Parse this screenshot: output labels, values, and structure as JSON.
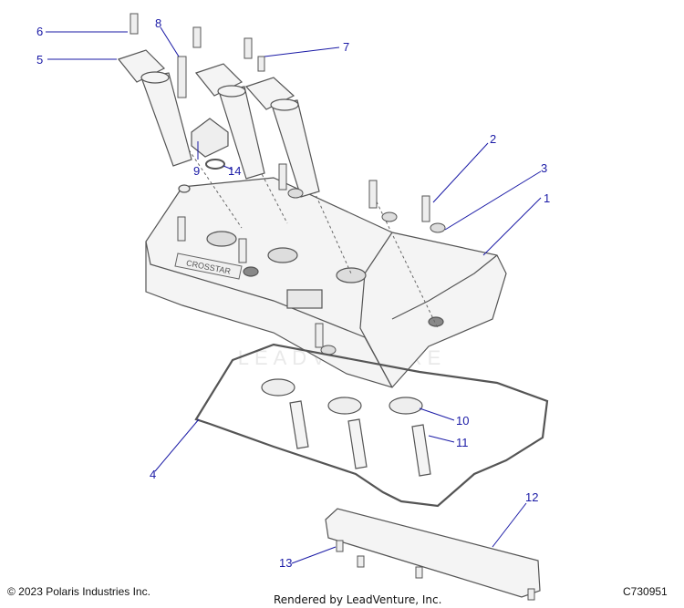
{
  "callouts": [
    "1",
    "2",
    "3",
    "4",
    "5",
    "6",
    "7",
    "8",
    "9",
    "10",
    "11",
    "12",
    "13",
    "14"
  ],
  "watermark": "LEADVENTURE",
  "cover_badge": "CROSSTAR",
  "footer": {
    "copyright": "© 2023 Polaris Industries Inc.",
    "rendered_by": "Rendered by LeadVenture, Inc.",
    "diagram_id": "C730951"
  },
  "colors": {
    "callout": "#1a1aa6",
    "line": "#1a1aa6",
    "part_stroke": "#555555",
    "part_fill": "#f4f4f4"
  }
}
